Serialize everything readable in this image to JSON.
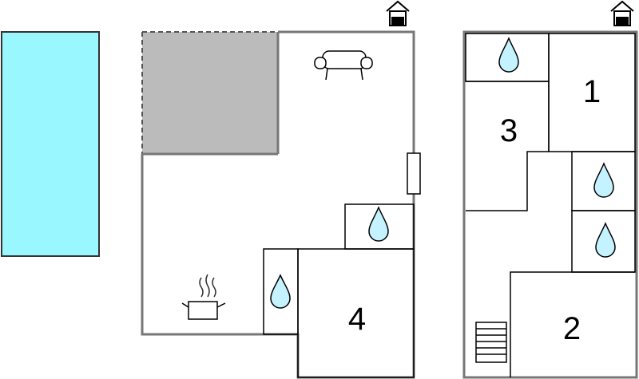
{
  "colors": {
    "pool": "#99f7ff",
    "pool_stroke": "#333333",
    "wall": "#777777",
    "terrace": "#bbbbbb",
    "water": "#c4f3ff",
    "room_line": "#000000"
  },
  "icons": {
    "entrance": "house-arrow-icon",
    "sofa": "sofa-icon",
    "cooking": "cooking-pot-icon",
    "bathroom": "water-drop-icon",
    "stairs": "stairs-icon",
    "window": "window-icon"
  },
  "ground_floor": {
    "rooms": [
      {
        "number": "4"
      }
    ]
  },
  "upper_floor": {
    "rooms": [
      {
        "number": "1"
      },
      {
        "number": "3"
      },
      {
        "number": "2"
      }
    ]
  }
}
